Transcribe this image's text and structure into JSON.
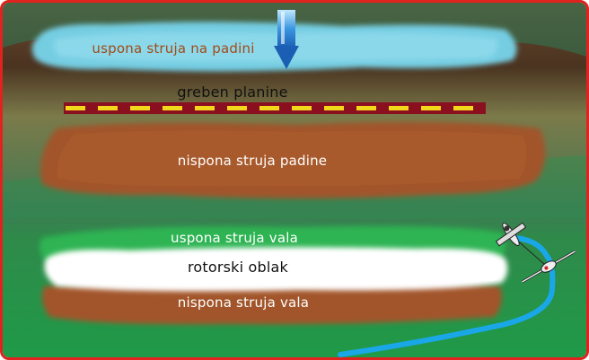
{
  "labels": {
    "updraft_slope": "uspona struja na padini",
    "ridge": "greben planine",
    "downdraft_slope": "nispona struja  padine",
    "updraft_wave": "uspona struja vala",
    "rotor_cloud": "rotorski oblak",
    "downdraft_wave": "nispona struja vala"
  },
  "colors": {
    "border": "#e0231e",
    "updraft_cloud": "#74cde2",
    "downdraft_band": "#a2542a",
    "ridge_line": "#8a1020",
    "ridge_dash": "#f2d81a",
    "wave_green": "#2db452",
    "rotor_cloud": "#ffffff",
    "flight_path": "#1aa7e8",
    "arrow": "#2a7fd4"
  },
  "icons": [
    "down-arrow-icon",
    "glider-icon",
    "towplane-icon"
  ]
}
